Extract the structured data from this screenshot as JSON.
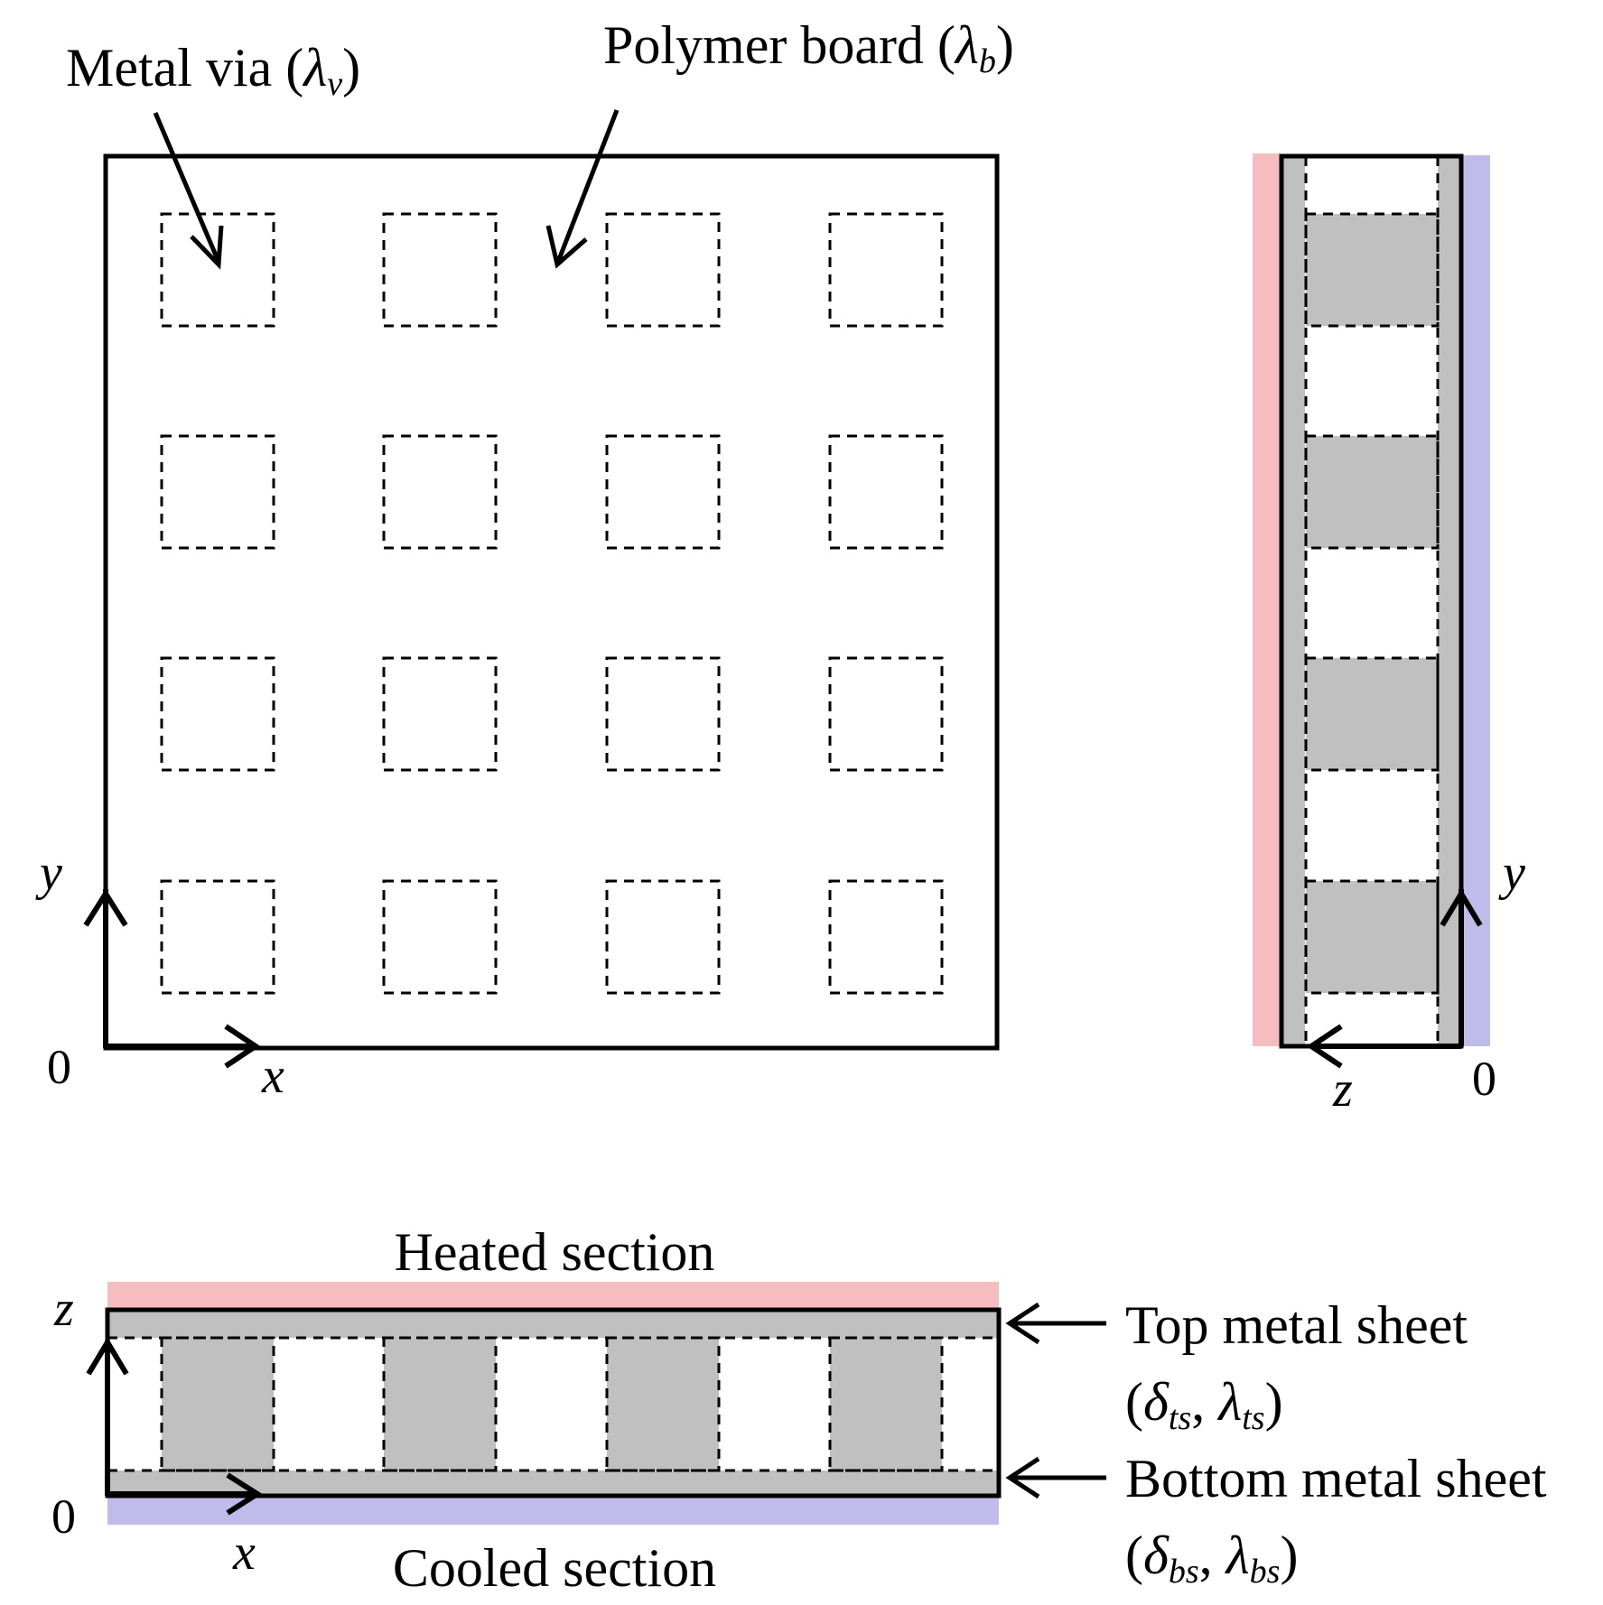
{
  "colors": {
    "heated": "#f7bcbf",
    "cooled": "#bfbbeb",
    "metal": "#c0c0c0",
    "line": "#000000"
  },
  "labels": {
    "metal_via": "Metal via (",
    "metal_via_sym": "λ",
    "metal_via_sub": "v",
    "polymer_board": "Polymer board (",
    "polymer_board_sym": "λ",
    "polymer_board_sub": "b",
    "close_paren": ")",
    "heated_section": "Heated section",
    "cooled_section": "Cooled section",
    "top_metal_sheet": "Top metal sheet",
    "top_delta": "δ",
    "top_delta_sub": "ts",
    "top_lambda": "λ",
    "top_lambda_sub": "ts",
    "bottom_metal_sheet": "Bottom metal sheet",
    "bottom_delta": "δ",
    "bottom_delta_sub": "bs",
    "bottom_lambda": "λ",
    "bottom_lambda_sub": "bs",
    "open_paren": "(",
    "comma": ", "
  },
  "axes": {
    "top_view": {
      "x": "x",
      "y": "y",
      "origin": "0"
    },
    "side_view": {
      "z": "z",
      "y": "y",
      "origin": "0"
    },
    "front_view": {
      "x": "x",
      "z": "z",
      "origin": "0"
    }
  },
  "vias": {
    "rows": 4,
    "cols": 4
  }
}
